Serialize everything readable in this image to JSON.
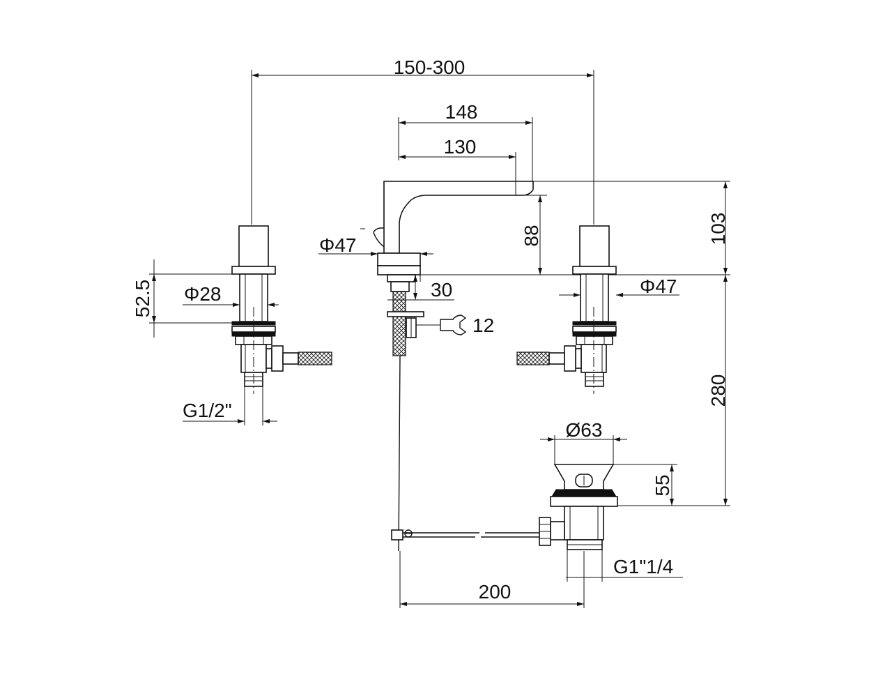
{
  "dimensions": {
    "spread": "150-300",
    "spout_reach_outer": "148",
    "spout_reach_inner": "130",
    "spout_height": "88",
    "total_height": "103",
    "spout_base_dia": "Φ47",
    "handle_base_dia": "Φ47",
    "shank_dia": "Φ28",
    "shank_height": "52.5",
    "deck_thickness": "30",
    "spanner_size": "12",
    "connection_thread": "G1/2\"",
    "pop_up_dia": "Ø63",
    "pop_up_height": "55",
    "vertical_span": "280",
    "waste_thread": "G1\"1/4",
    "rod_length": "200"
  },
  "icons": {
    "spanner": "spanner-icon"
  }
}
